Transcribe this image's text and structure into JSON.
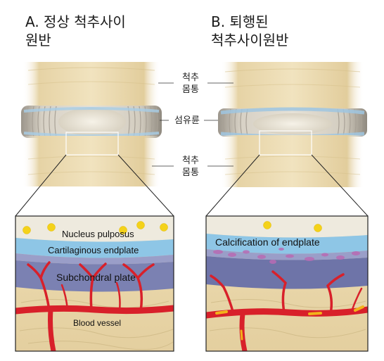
{
  "panel_a": {
    "title": "A.  정상 척추사이\n     원반",
    "labels": {
      "nucleus": "Nucleus pulposus",
      "endplate": "Cartilaginous endplate",
      "subchondral": "Subchondral plate",
      "vessel": "Blood vessel"
    }
  },
  "panel_b": {
    "title": "B. 퇴행된\n    척추사이원반",
    "labels": {
      "calcification": "Calcification of endplate"
    }
  },
  "center_labels": {
    "vertebral_body_top": "척추\n몸통",
    "annulus": "섬유륜",
    "vertebral_body_bottom": "척추\n몸통"
  },
  "colors": {
    "bone": "#e8d6a8",
    "disc": "#c9c2b6",
    "nucleus": "#ece7da",
    "endplate_blue": "#8fc3e2",
    "subchondral_purple": "#7d84b5",
    "vessel_red": "#d8202a",
    "nucleus_dot": "#f4d21a",
    "calcification": "#b86bb4"
  }
}
